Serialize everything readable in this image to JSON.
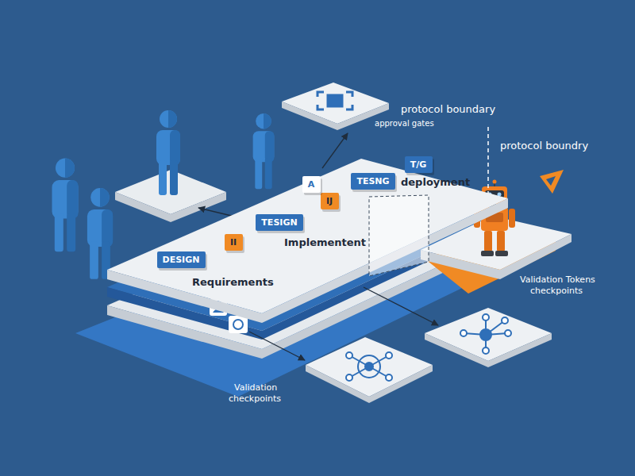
{
  "diagram": {
    "nodes": [
      {
        "text": [
          "Requirements",
          "Implementent",
          "deployment"
        ]
      },
      {
        "text": [
          "DESIGN"
        ],
        "in": 0
      },
      {
        "text": [
          "II"
        ],
        "in": 0
      },
      {
        "text": [
          "TESIGN"
        ],
        "in": 0
      },
      {
        "text": [
          "IJ"
        ],
        "in": 0
      },
      {
        "text": [
          "TESNG"
        ],
        "in": 0
      },
      {
        "text": [
          "T/G"
        ],
        "in": 0
      },
      {
        "text": [
          "A"
        ],
        "in": 0
      }
    ],
    "labels": [
      "protocol boundary",
      "protocol boundry",
      "approval gates",
      "Validation Tokens",
      "checkpoints",
      "Validation",
      "checkpoints"
    ]
  }
}
